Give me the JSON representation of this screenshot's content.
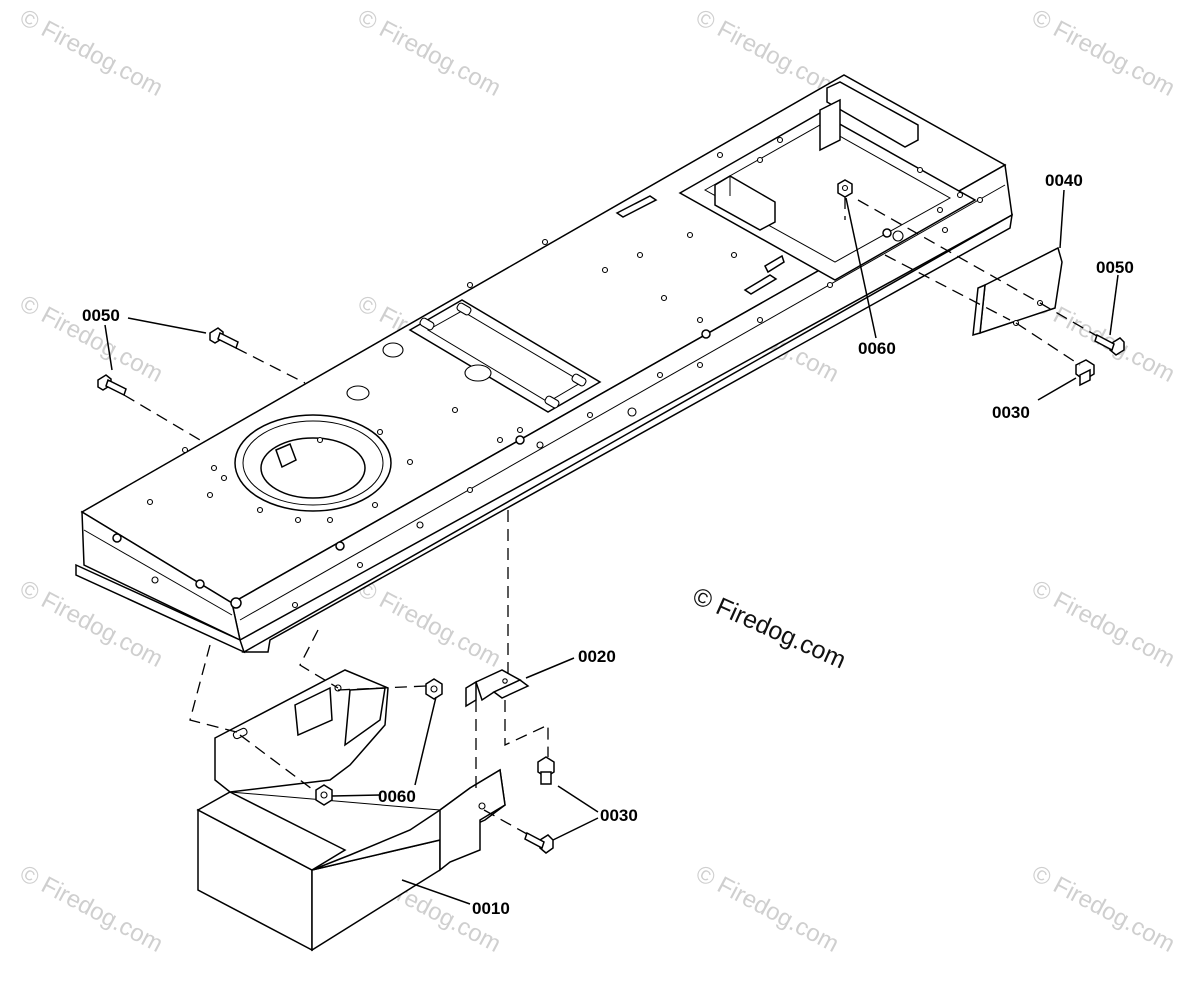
{
  "watermark": "© Firedog.com",
  "copyright": "© Firedog.com",
  "callouts": {
    "c0010": "0010",
    "c0020": "0020",
    "c0030_a": "0030",
    "c0030_b": "0030",
    "c0040": "0040",
    "c0050_a": "0050",
    "c0050_b": "0050",
    "c0060_a": "0060",
    "c0060_b": "0060"
  }
}
